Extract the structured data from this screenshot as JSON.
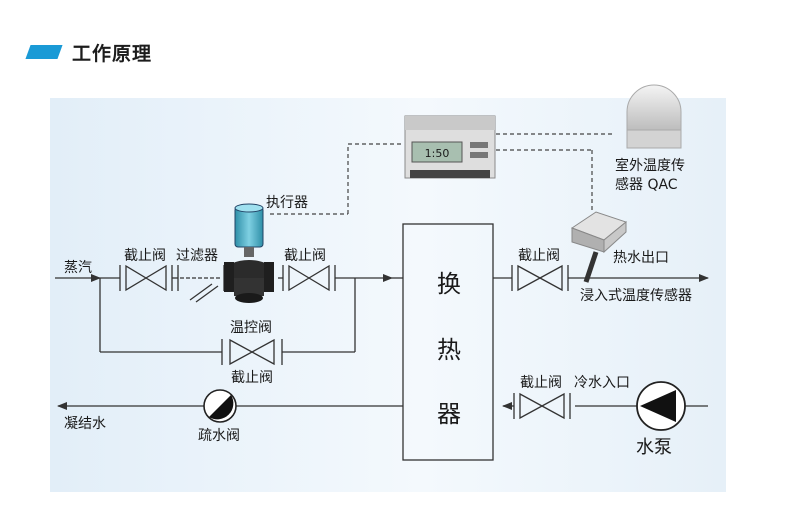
{
  "header": {
    "title": "工作原理"
  },
  "diagram": {
    "steam": "蒸汽",
    "shutoff_valve": "截止阀",
    "filter": "过滤器",
    "actuator": "执行器",
    "temp_control_valve": "温控阀",
    "exchanger_chars": [
      "换",
      "热",
      "器"
    ],
    "hot_water_outlet": "热水出口",
    "immersion_sensor": "浸入式温度传感器",
    "outdoor_sensor_line1": "室外温度传",
    "outdoor_sensor_line2": "感器 QAC",
    "cold_water_inlet": "冷水入口",
    "pump": "水泵",
    "condensate": "凝结水",
    "drain_valve": "疏水阀",
    "controller_display": "1:50"
  },
  "colors": {
    "accent": "#1a9ad6",
    "line": "#333333"
  }
}
